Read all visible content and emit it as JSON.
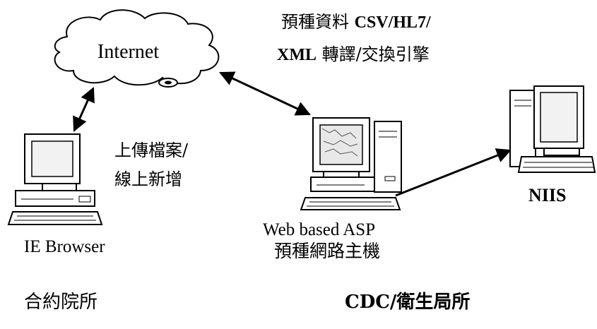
{
  "nodes": {
    "internet": {
      "label": "Internet"
    },
    "client": {
      "label": "IE Browser",
      "group": "合約院所"
    },
    "server": {
      "label_line1": "Web based ASP",
      "label_line2": "預種網路主機",
      "group": "CDC/衛生局所"
    },
    "niis": {
      "label": "NIIS"
    }
  },
  "annotations": {
    "engine_line1": {
      "prefix": "預種資料",
      "strong": "CSV/HL7/"
    },
    "engine_line2": {
      "strong": "XML",
      "suffix": "轉譯/交換引擎"
    },
    "upload_line1": "上傳檔案/",
    "upload_line2": "線上新增"
  }
}
